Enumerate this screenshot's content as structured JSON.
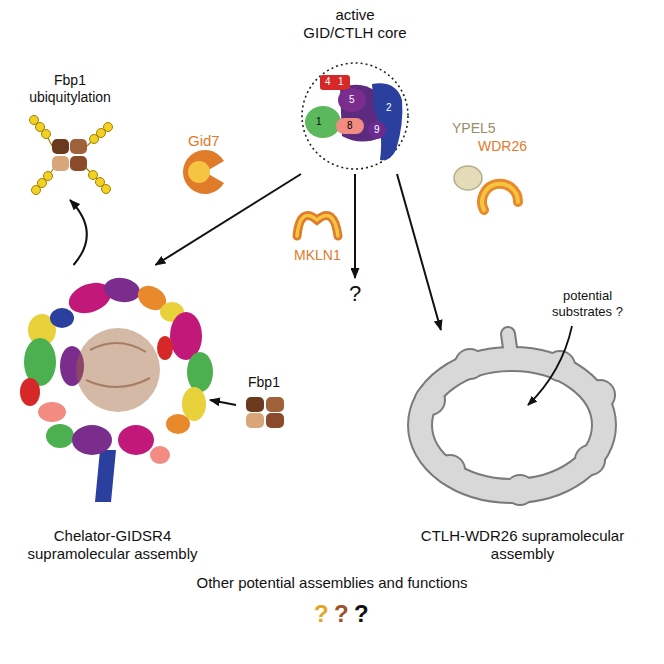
{
  "diagram": {
    "nodes": [
      {
        "text": [
          "active GID/CTLH core"
        ]
      },
      {
        "text": [
          "Fbp1 ubiquitylation"
        ]
      },
      {
        "text": [
          "?"
        ]
      },
      {
        "text": [
          "Fbp1"
        ]
      },
      {
        "text": [
          "Chelator-GIDSR4 supramolecular assembly"
        ]
      },
      {
        "text": [
          "CTLH-WDR26 supramolecular assembly"
        ]
      }
    ],
    "edges": [
      {
        "from": 0,
        "to": 4,
        "arrow": "to"
      },
      {
        "from": 0,
        "to": 2,
        "arrow": "to"
      },
      {
        "from": 0,
        "to": 5,
        "arrow": "to"
      },
      {
        "from": 3,
        "to": 4,
        "arrow": "to"
      },
      {
        "from": 4,
        "to": 1,
        "arrow": "to"
      }
    ],
    "labels": [
      "4",
      "1",
      "5",
      "1",
      "8",
      "9",
      "2",
      "Gid7",
      "YPEL5",
      "WDR26",
      "MKLN1",
      "potential substrates ?",
      "Other potential assemblies and functions",
      "?",
      "?",
      "?"
    ]
  }
}
